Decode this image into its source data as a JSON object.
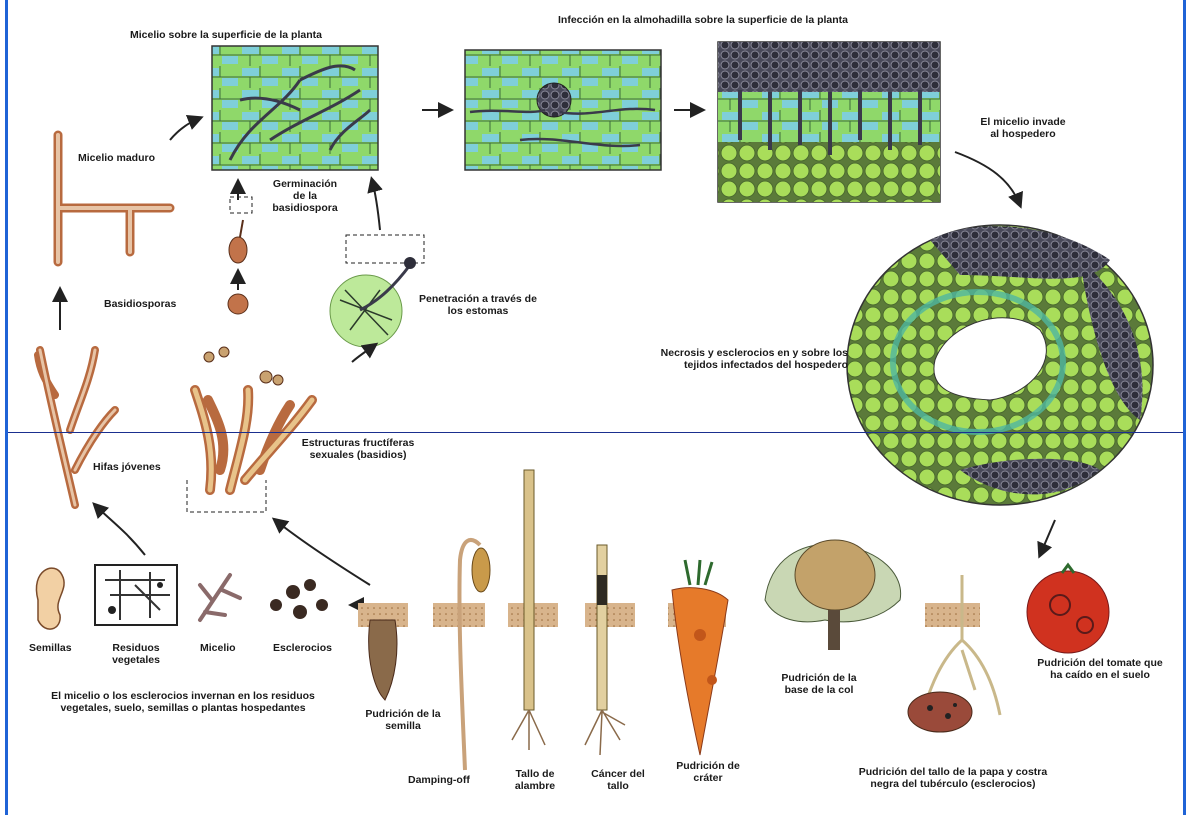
{
  "labels": {
    "micelio_superficie": "Micelio sobre la superficie de la planta",
    "infeccion_almohadilla": "Infección en la almohadilla sobre la superficie de la planta",
    "micelio_maduro": "Micelio maduro",
    "germinacion": [
      "Germinación",
      "de la",
      "basidiospora"
    ],
    "micelio_invade": [
      "El micelio invade",
      "al hospedero"
    ],
    "basidiosporas": "Basidiosporas",
    "penetracion": [
      "Penetración a través de",
      "los estomas"
    ],
    "necrosis": [
      "Necrosis y esclerocios en y sobre los",
      "tejidos infectados del hospedero"
    ],
    "estructuras": [
      "Estructuras fructíferas",
      "sexuales (basidios)"
    ],
    "hifas_jovenes": "Hifas jóvenes",
    "semillas": "Semillas",
    "residuos": [
      "Residuos",
      "vegetales"
    ],
    "micelio": "Micelio",
    "esclerocios": "Esclerocios",
    "invernan": [
      "El micelio o los esclerocios invernan en los residuos",
      "vegetales, suelo, semillas o plantas hospedantes"
    ],
    "pudricion_semilla": [
      "Pudrición de la",
      "semilla"
    ],
    "damping_off": "Damping-off",
    "tallo_alambre": [
      "Tallo de",
      "alambre"
    ],
    "cancer_tallo": [
      "Cáncer del",
      "tallo"
    ],
    "pudricion_crater": [
      "Pudrición de",
      "cráter"
    ],
    "pudricion_col": [
      "Pudrición de la",
      "base de la col"
    ],
    "pudricion_papa": [
      "Pudrición del tallo de la papa y costra",
      "negra del tubérculo (esclerocios)"
    ],
    "pudricion_tomate": [
      "Pudrición del tomate que",
      "ha caído en el suelo"
    ]
  },
  "colors": {
    "frame": "#1f63d6",
    "divider": "#1a2f8f",
    "leaf_green": "#8fd86a",
    "leaf_blue": "#7fcfd9",
    "cell_green": "#9ed95a",
    "hypha_brown": "#b86a3f",
    "soil": "#d8b48c",
    "fungus_dark": "#3a3a4a",
    "tomato": "#d0321f",
    "carrot": "#e67a2a"
  }
}
